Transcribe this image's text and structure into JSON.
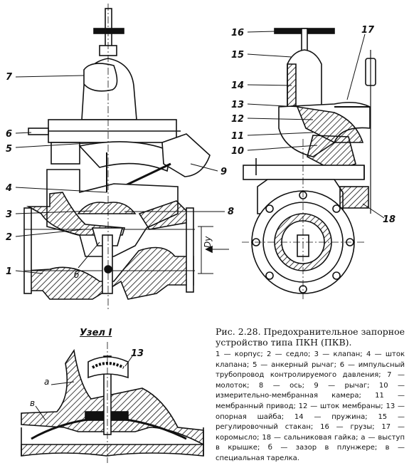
{
  "callouts_main": [
    "7",
    "6",
    "5",
    "4",
    "3",
    "2",
    "1",
    "8",
    "9",
    "б"
  ],
  "callouts_side": [
    "16",
    "15",
    "14",
    "13",
    "12",
    "11",
    "10",
    "17",
    "18"
  ],
  "dim_label": "Dу",
  "node": {
    "title": "Узел I",
    "callouts": [
      "а",
      "в",
      "13"
    ]
  },
  "caption": {
    "title": "Рис. 2.28. Предохранительное запорное устройство типа ПКН (ПКВ).",
    "body": "1 — корпус; 2 — седло; 3 — клапан; 4 — шток клапана; 5 — анкерный рычаг; 6 — импульсный трубопровод контролируемого давления; 7 — молоток; 8 — ось; 9 — рычаг; 10 — измерительно-мембранная камера; 11 — мембранный привод; 12 — шток мембраны; 13 — опорная шайба; 14 — пружина; 15 — регулировочный стакан; 16 — грузы; 17 — коромысло; 18 — сальниковая гайка; а — выступ в крышке; б — зазор в плунжере; в — специальная тарелка."
  }
}
